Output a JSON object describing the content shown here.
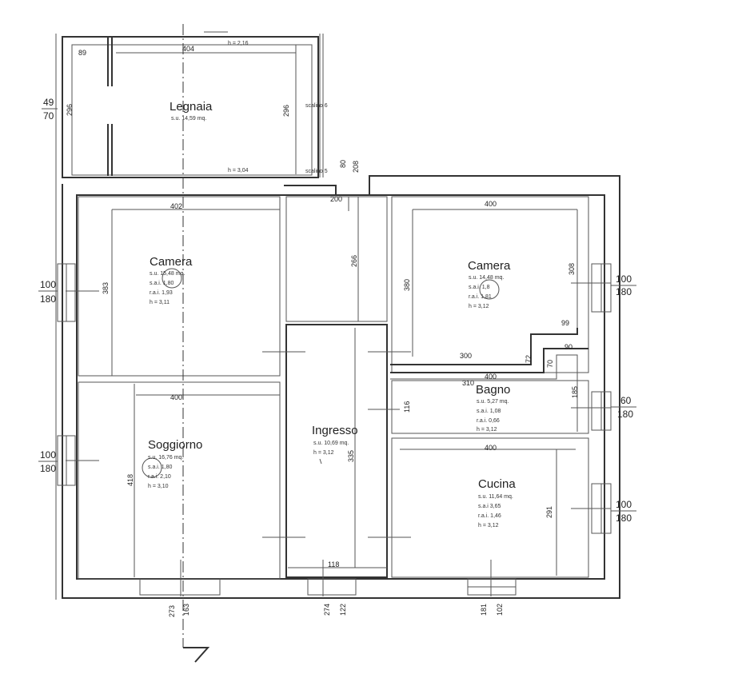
{
  "rooms": {
    "legnaia": {
      "name": "Legnaia",
      "info": [
        "s.u. 14,59 mq."
      ],
      "h_top": "h = 2,16",
      "h_bottom": "h = 3,04"
    },
    "camera_left": {
      "name": "Camera",
      "info": [
        "s.u. 15,48 mq.",
        "s.a.i. 1,80",
        "r.a.i. 1,93",
        "h = 3,11"
      ]
    },
    "camera_right": {
      "name": "Camera",
      "info": [
        "s.u. 14,48 mq.",
        "s.a.i. 1,8",
        "r.a.i. 1,81",
        "h = 3,12"
      ]
    },
    "bagno": {
      "name": "Bagno",
      "info": [
        "s.u. 5,27 mq.",
        "s.a.i. 1,08",
        "r.a.i. 0,66",
        "h = 3,12"
      ]
    },
    "soggiorno": {
      "name": "Soggiorno",
      "info": [
        "s.u. 16,76 mq.",
        "s.a.i. 1,80",
        "r.a.i. 2,10",
        "h = 3,10"
      ]
    },
    "ingresso": {
      "name": "Ingresso",
      "info": [
        "s.u. 10,69 mq.",
        "h = 3,12"
      ]
    },
    "cucina": {
      "name": "Cucina",
      "info": [
        "s.u. 11,64 mq.",
        "s.a.i 3,65",
        "r.a.i. 1,46",
        "h = 3,12"
      ]
    }
  },
  "annotations": {
    "scalino6": "scalino 6",
    "scalino5": "scalino 5"
  },
  "dimensions": {
    "d89": "89",
    "d404": "404",
    "d296a": "296",
    "d296b": "296",
    "d80": "80",
    "d208": "208",
    "d200": "200",
    "d266": "266",
    "d402": "402",
    "d383": "383",
    "d400a": "400",
    "d380": "380",
    "d308": "308",
    "d99": "99",
    "d90": "90",
    "d300": "300",
    "d72": "72",
    "d70": "70",
    "d310": "310",
    "d400b": "400",
    "d185": "185",
    "d116": "116",
    "d400c": "400",
    "d418": "418",
    "d335": "335",
    "d400d": "400",
    "d291": "291",
    "d118": "118",
    "d273": "273",
    "d163": "163",
    "d274": "274",
    "d122": "122",
    "d181": "181",
    "d102": "102"
  },
  "windows": {
    "w_left_top": [
      "49",
      "70"
    ],
    "w_left_mid": [
      "100",
      "180"
    ],
    "w_left_bot": [
      "100",
      "180"
    ],
    "w_right_top": [
      "100",
      "180"
    ],
    "w_right_mid": [
      "60",
      "180"
    ],
    "w_right_bot": [
      "100",
      "180"
    ]
  }
}
